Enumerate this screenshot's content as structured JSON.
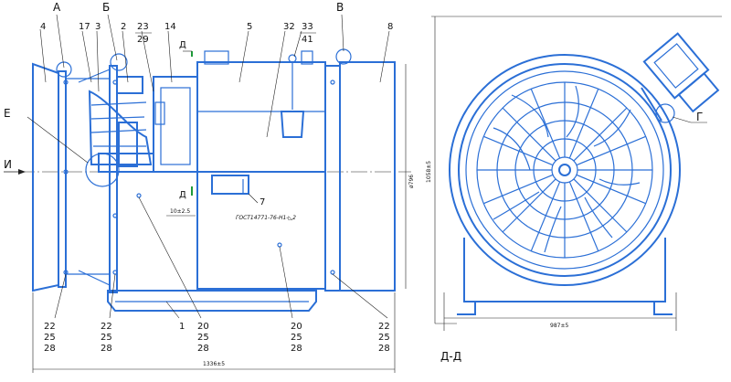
{
  "drawing": {
    "left_view": {
      "callouts": {
        "A": "А",
        "B": "Б",
        "V": "В",
        "E": "Е",
        "I": "И",
        "D_top": "Д",
        "D_bottom": "Д"
      },
      "parts": {
        "p4": "4",
        "p17": "17",
        "p3": "3",
        "p2": "2",
        "p23": "23",
        "p29": "29",
        "p14": "14",
        "p5": "5",
        "p32": "32",
        "p33": "33",
        "p41": "41",
        "p8": "8",
        "p7": "7",
        "p1": "1"
      },
      "stacks": {
        "s1": [
          "22",
          "25",
          "28"
        ],
        "s2": [
          "22",
          "25",
          "28"
        ],
        "s3": [
          "20",
          "25",
          "28"
        ],
        "s4": [
          "20",
          "25",
          "28"
        ],
        "s5": [
          "22",
          "25",
          "28"
        ]
      },
      "weld_note": "ГОСТ14771-76-Н1-◺2",
      "dim_10": "10±2.5",
      "dim_length": "1336±5",
      "dim_diameter": "ø796"
    },
    "right_view": {
      "callout_G": "Г",
      "dim_height": "1058±5",
      "dim_width": "987±5",
      "section_label": "Д-Д"
    }
  }
}
